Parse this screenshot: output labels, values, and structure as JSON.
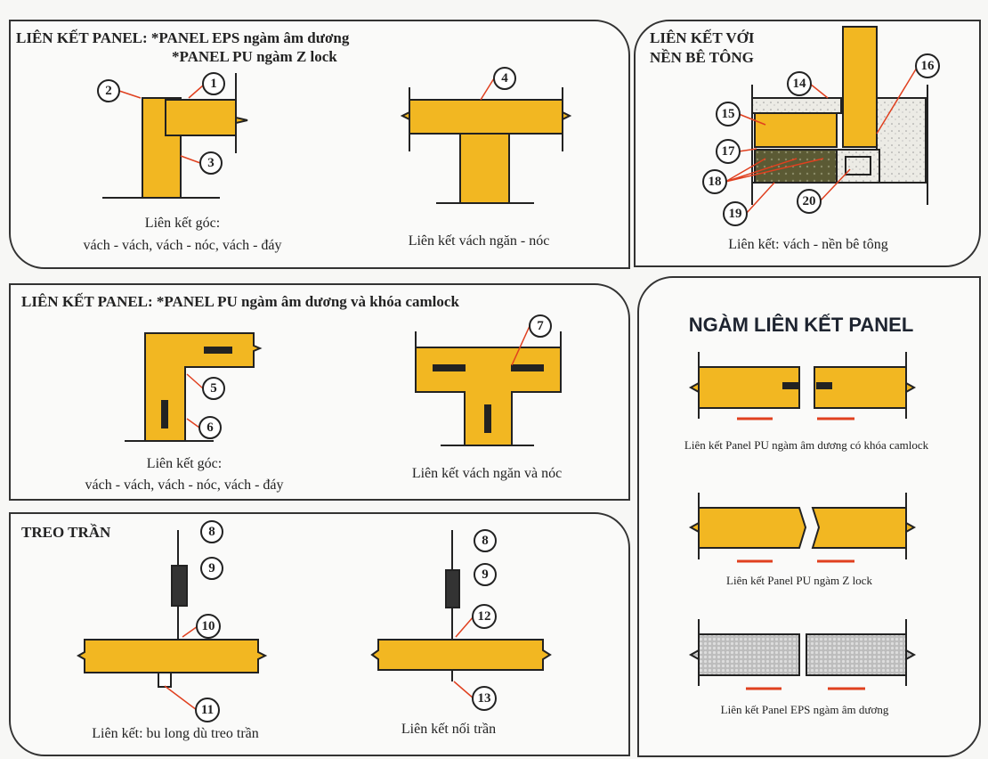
{
  "colors": {
    "panel": "#f2b722",
    "outline": "#222222",
    "leader": "#e0401f",
    "concrete": "#e9e8e2",
    "gravel": "#5b5a34",
    "eps": "#c9c9c9"
  },
  "panel1": {
    "title_line1": "LIÊN KẾT PANEL: *PANEL EPS ngàm âm dương",
    "title_line2": "*PANEL PU ngàm Z lock",
    "caption_corner_1": "Liên kết góc:",
    "caption_corner_2": "vách - vách, vách - nóc, vách - đáy",
    "caption_tee": "Liên kết vách ngăn - nóc",
    "labels": [
      "1",
      "2",
      "3",
      "4"
    ]
  },
  "panel2": {
    "title_line1": "LIÊN KẾT VỚI",
    "title_line2": "NỀN BÊ TÔNG",
    "caption": "Liên kết: vách - nền bê tông",
    "labels": [
      "14",
      "15",
      "16",
      "17",
      "18",
      "19",
      "20"
    ]
  },
  "panel3": {
    "title": "LIÊN KẾT PANEL: *PANEL PU ngàm âm dương và khóa camlock",
    "caption_corner_1": "Liên kết góc:",
    "caption_corner_2": "vách - vách, vách - nóc, vách - đáy",
    "caption_tee": "Liên kết vách ngăn và nóc",
    "labels": [
      "5",
      "6",
      "7"
    ]
  },
  "panel4": {
    "title": "TREO TRẦN",
    "caption_left": "Liên kết: bu long dù treo trần",
    "caption_right": "Liên kết nối trần",
    "labels": [
      "8",
      "9",
      "10",
      "11",
      "8",
      "9",
      "12",
      "13"
    ]
  },
  "panel5": {
    "title": "NGÀM LIÊN KẾT PANEL",
    "captions": [
      "Liên kết Panel PU ngàm âm dương có khóa camlock",
      "Liên kết Panel PU ngàm Z lock",
      "Liên kết Panel EPS ngàm âm dương"
    ]
  }
}
